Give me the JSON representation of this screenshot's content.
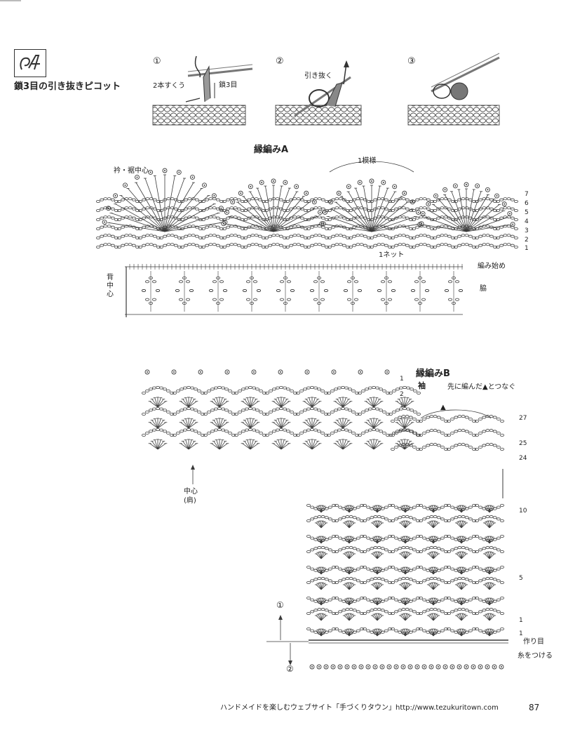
{
  "section_icon": "crochet-hook-icon",
  "technique_title": "鎖3目の引き抜きピコット",
  "steps": [
    {
      "num": "①",
      "labels": [
        "2本すくう",
        "鎖3目"
      ]
    },
    {
      "num": "②",
      "labels": [
        "引き抜く"
      ]
    },
    {
      "num": "③",
      "labels": []
    }
  ],
  "edging_a": {
    "title": "縁編みA",
    "repeat_label": "1模様",
    "center_label": "衿・裾中心",
    "net_label": "1ネット",
    "start_label": "編み始め",
    "side_label": "脇",
    "back_center_label": [
      "背",
      "中",
      "心"
    ],
    "row_numbers": [
      "7",
      "6",
      "5",
      "4",
      "3",
      "2",
      "1"
    ]
  },
  "edging_b": {
    "title": "縁編みB",
    "sleeve_label": "袖",
    "join_note": "先に編んだ▲とつなぐ",
    "triangle_mark": "▲",
    "center_label": "中心",
    "shoulder_label": "(肩)",
    "top_rows": [
      "1",
      "2",
      "1"
    ],
    "upper_rows": [
      "27",
      "25",
      "24"
    ],
    "lower_rows": [
      "10",
      "5",
      "1",
      "1"
    ],
    "foundation_label": "作り目",
    "attach_label": "糸をつける",
    "direction_labels": [
      "①",
      "②"
    ]
  },
  "footer": {
    "text": "ハンドメイドを楽しむウェブサイト「手づくりタウン」http://www.tezukuritown.com",
    "page_number": "87"
  },
  "colors": {
    "ink": "#3a3a3a",
    "hook": "#888888",
    "shade": "#666666"
  }
}
